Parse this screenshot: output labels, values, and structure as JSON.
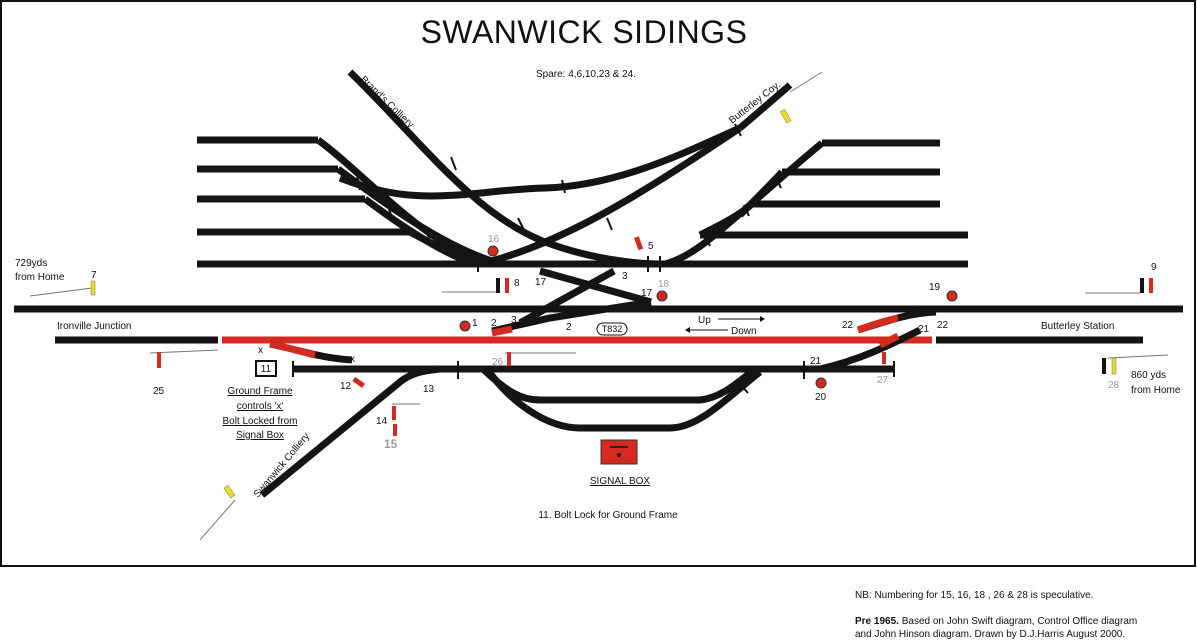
{
  "title": "SWANWICK SIDINGS",
  "spare": "Spare: 4,6,10,23 & 24.",
  "routes": {
    "brands_colliery": "Brand's Colliery",
    "butterley_coy": "Butterley Coy.",
    "swanwick_colliery": "Swanwick Colliery",
    "ironville_junction": "Ironville Junction",
    "butterley_station": "Butterley Station"
  },
  "distances": {
    "left_line1": "729yds",
    "left_line2": "from Home",
    "right_line1": "860 yds",
    "right_line2": "from Home"
  },
  "directions": {
    "up": "Up",
    "down": "Down"
  },
  "track_circuit": "T832",
  "ground_frame": {
    "number": "11",
    "line1": "Ground Frame",
    "line2": "controls 'x'",
    "line3": "Bolt Locked from",
    "line4": "Signal Box"
  },
  "signal_box": "SIGNAL BOX",
  "bolt_lock_note": "11. Bolt Lock for Ground Frame",
  "x_marks": [
    "x",
    "x"
  ],
  "levers": {
    "l1": "1",
    "l2a": "2",
    "l2b": "2",
    "l3a": "3",
    "l3b": "3",
    "l5": "5",
    "l7": "7",
    "l8": "8",
    "l9": "9",
    "l12": "12",
    "l13": "13",
    "l14": "14",
    "l15": "15",
    "l16": "16",
    "l17a": "17",
    "l17b": "17",
    "l18": "18",
    "l19": "19",
    "l20": "20",
    "l21a": "21",
    "l21b": "21",
    "l22a": "22",
    "l22b": "22",
    "l25": "25",
    "l26": "26",
    "l27": "27",
    "l28": "28"
  },
  "footer": {
    "nb": "NB: Numbering for 15, 16, 18 , 26 & 28 is speculative.",
    "pre_bold": "Pre 1965.",
    "pre_rest": " Based on John Swift diagram, Control Office diagram",
    "line3": "and John Hinson diagram. Drawn by D.J.Harris August 2000."
  },
  "colors": {
    "track": "#141414",
    "highlight_track": "#d42a1f",
    "signal_red": "#d42a1f",
    "signal_yellow": "#e8df1c",
    "speculative_grey": "#999999"
  }
}
